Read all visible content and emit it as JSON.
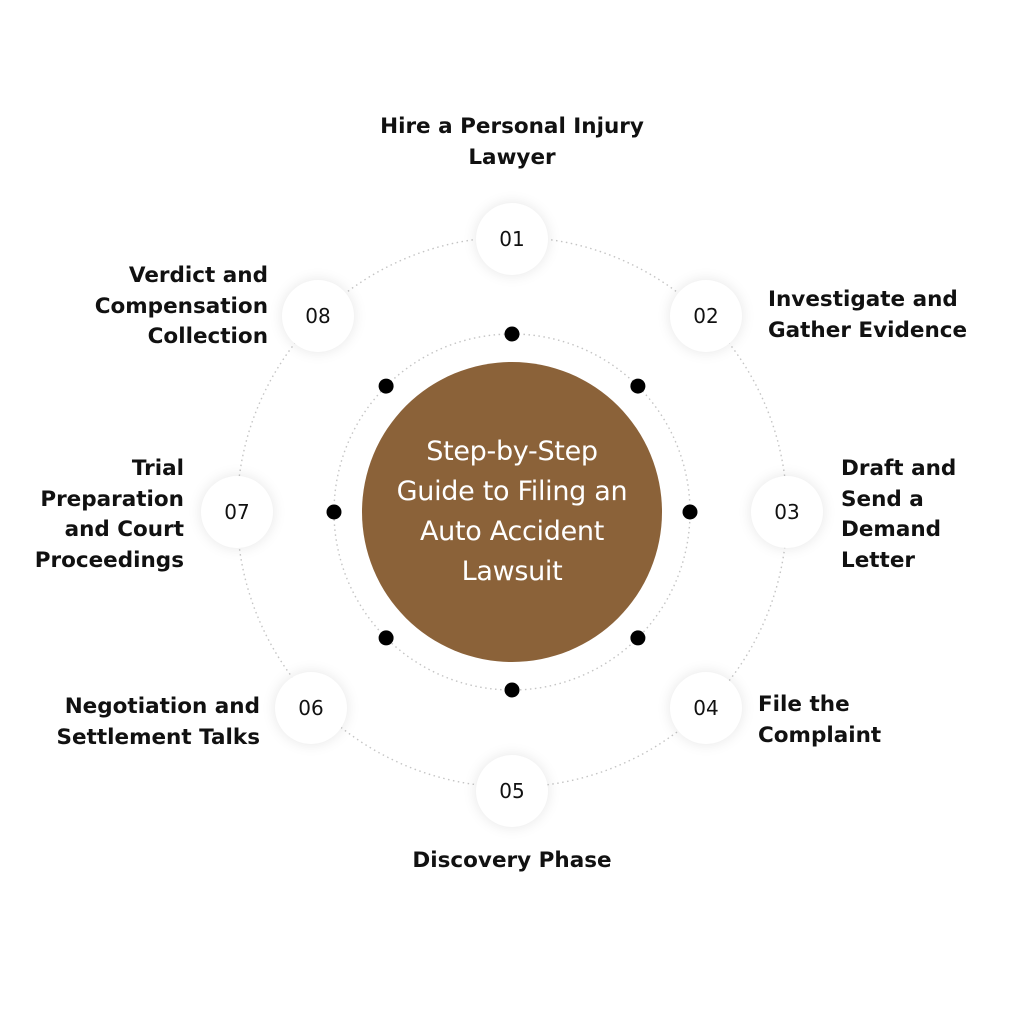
{
  "title": "Step-by-Step Guide to Filing an Auto Accident Lawsuit",
  "colors": {
    "center_fill": "#8B6239",
    "center_text": "#ffffff",
    "node_fill": "#ffffff",
    "text": "#111111",
    "dot": "#000000",
    "ring": "#c4c4c4"
  },
  "steps": [
    {
      "number": "01",
      "label": "Hire a Personal Injury\nLawyer"
    },
    {
      "number": "02",
      "label": "Investigate and\nGather Evidence"
    },
    {
      "number": "03",
      "label": "Draft and\nSend a\nDemand\nLetter"
    },
    {
      "number": "04",
      "label": "File the\nComplaint"
    },
    {
      "number": "05",
      "label": "Discovery Phase"
    },
    {
      "number": "06",
      "label": "Negotiation and\nSettlement Talks"
    },
    {
      "number": "07",
      "label": "Trial\nPreparation\nand Court\nProceedings"
    },
    {
      "number": "08",
      "label": "Verdict and\nCompensation\nCollection"
    }
  ]
}
